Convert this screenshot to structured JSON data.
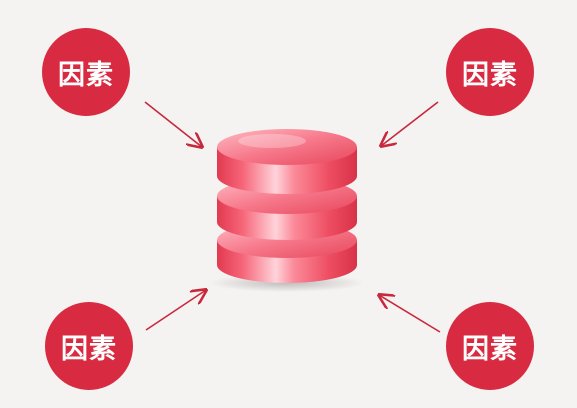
{
  "diagram": {
    "center": {
      "icon": "database-icon",
      "color": "#f06070"
    },
    "factors": [
      {
        "id": "f-tl",
        "label": "因素"
      },
      {
        "id": "f-tr",
        "label": "因素"
      },
      {
        "id": "f-bl",
        "label": "因素"
      },
      {
        "id": "f-br",
        "label": "因素"
      }
    ],
    "circle_color": "#d82a41",
    "arrow_color": "#c8283c"
  }
}
